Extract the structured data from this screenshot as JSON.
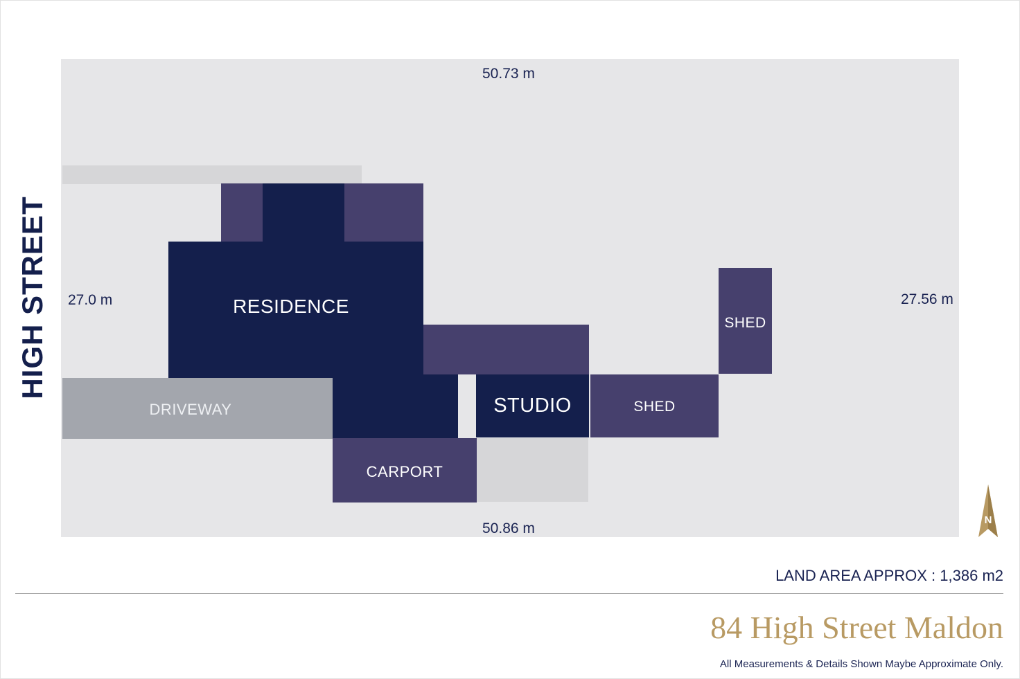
{
  "street": {
    "name": "HIGH STREET"
  },
  "dimensions": {
    "top": "50.73 m",
    "bottom": "50.86 m",
    "left": "27.0 m",
    "right": "27.56 m"
  },
  "areas": {
    "residence": "RESIDENCE",
    "studio": "STUDIO",
    "shed_upper": "SHED",
    "shed_lower": "SHED",
    "driveway": "DRIVEWAY",
    "carport": "CARPORT"
  },
  "compass": {
    "letter": "N"
  },
  "footer": {
    "land_area": "LAND AREA APPROX : 1,386 m2",
    "address": "84 High Street Maldon",
    "disclaimer": "All Measurements & Details Shown Maybe Approximate Only."
  },
  "colors": {
    "building_dark": "#141f4c",
    "building_purple": "#46406d",
    "lot": "#e6e6e8",
    "driveway": "#a3a6ad",
    "accent_gold": "#b89a63"
  },
  "icons": {
    "compass": "north-arrow-icon"
  }
}
